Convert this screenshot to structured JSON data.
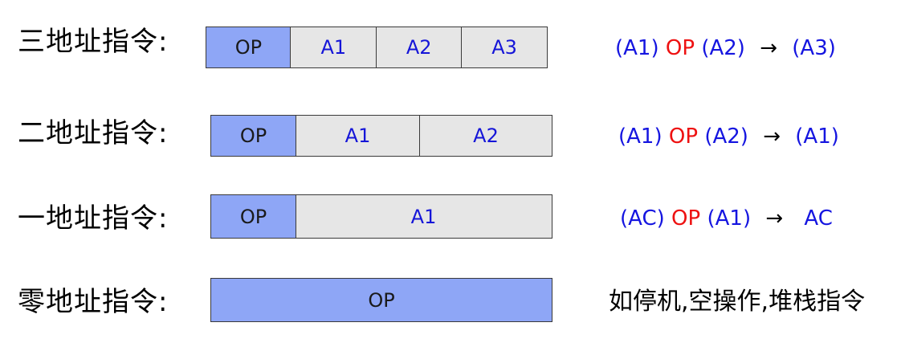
{
  "rows": [
    {
      "label": "三地址指令:",
      "fields": [
        "OP",
        "A1",
        "A2",
        "A3"
      ],
      "formula": {
        "operand1": "(A1)",
        "op": "OP",
        "operand2": "(A2)",
        "arrow": "→",
        "result": "(A3)"
      }
    },
    {
      "label": "二地址指令:",
      "fields": [
        "OP",
        "A1",
        "A2"
      ],
      "formula": {
        "operand1": "(A1)",
        "op": "OP",
        "operand2": "(A2)",
        "arrow": "→",
        "result": "(A1)"
      }
    },
    {
      "label": "一地址指令:",
      "fields": [
        "OP",
        "A1"
      ],
      "formula": {
        "operand1": "(AC)",
        "op": "OP",
        "operand2": "(A1)",
        "arrow": "→",
        "result": "AC"
      }
    },
    {
      "label": "零地址指令:",
      "fields": [
        "OP"
      ],
      "description": "如停机,空操作,堆栈指令"
    }
  ],
  "colors": {
    "op_field": "#8ea6f6",
    "address_field": "#e6e6e6",
    "formula_operand": "#1515e0",
    "formula_op": "#ee1111"
  }
}
